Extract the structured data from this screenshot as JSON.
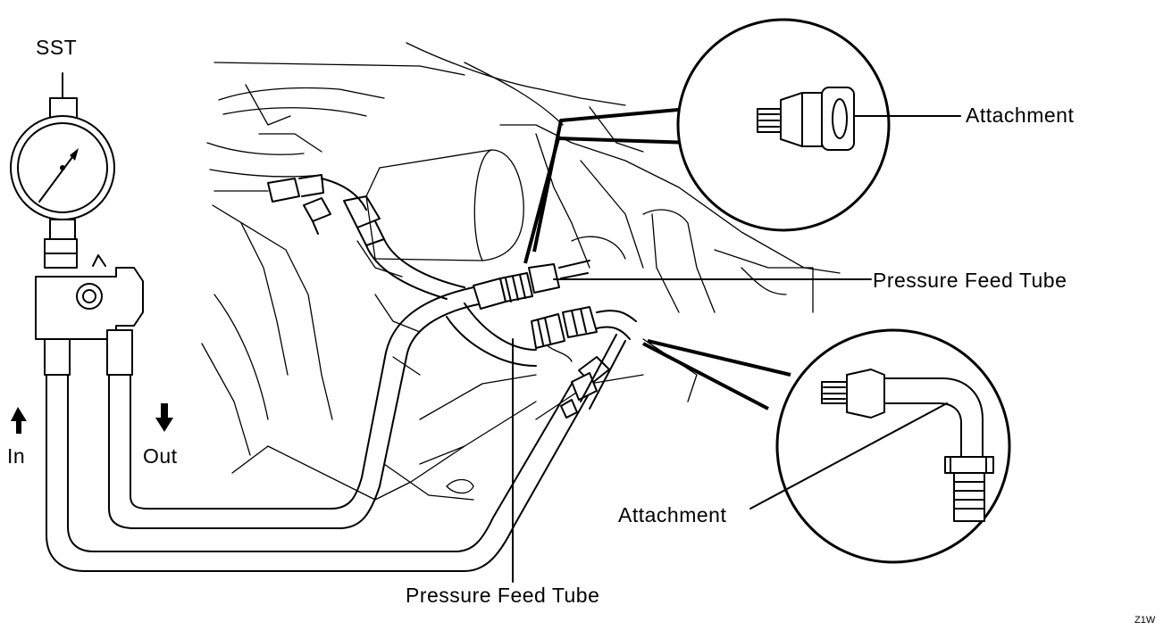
{
  "labels": {
    "sst": "SST",
    "in": "In",
    "out": "Out",
    "attachment_top": "Attachment",
    "pressure_feed_tube_right": "Pressure Feed Tube",
    "attachment_bottom": "Attachment",
    "pressure_feed_tube_bottom": "Pressure Feed Tube",
    "figure_code": "Z1W"
  },
  "icons": {
    "in_arrow": "arrow-up-icon",
    "out_arrow": "arrow-down-icon"
  },
  "colors": {
    "line": "#000000",
    "background": "#ffffff"
  }
}
